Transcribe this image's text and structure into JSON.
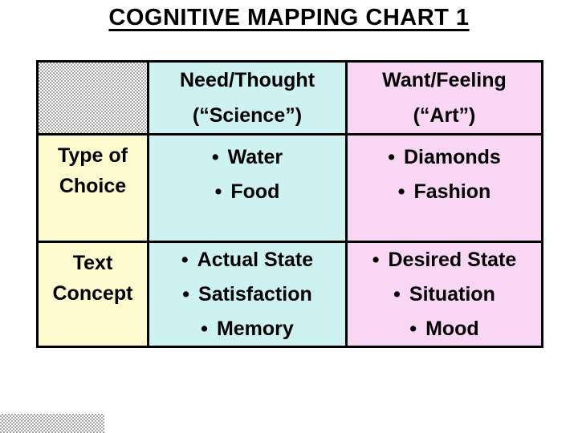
{
  "title": "COGNITIVE MAPPING CHART 1",
  "colors": {
    "science_fill": "#CEF2F2",
    "art_fill": "#F9D6F3",
    "label_fill": "#FDFAD0",
    "border": "#000000",
    "checker_gray": "#A6A6A6",
    "text": "#000000",
    "background": "#FFFFFF"
  },
  "table": {
    "bullet": "•",
    "header": {
      "need": {
        "line1": "Need/Thought",
        "line2": "(“Science”)"
      },
      "want": {
        "line1": "Want/Feeling",
        "line2": "(“Art”)"
      }
    },
    "rows": [
      {
        "label": {
          "line1": "Type of",
          "line2": "Choice"
        },
        "science": [
          "Water",
          "Food"
        ],
        "art": [
          "Diamonds",
          "Fashion"
        ]
      },
      {
        "label": {
          "line1": "Text",
          "line2": "Concept"
        },
        "science": [
          "Actual State",
          "Satisfaction",
          "Memory"
        ],
        "art": [
          "Desired State",
          "Situation",
          "Mood"
        ]
      }
    ]
  }
}
